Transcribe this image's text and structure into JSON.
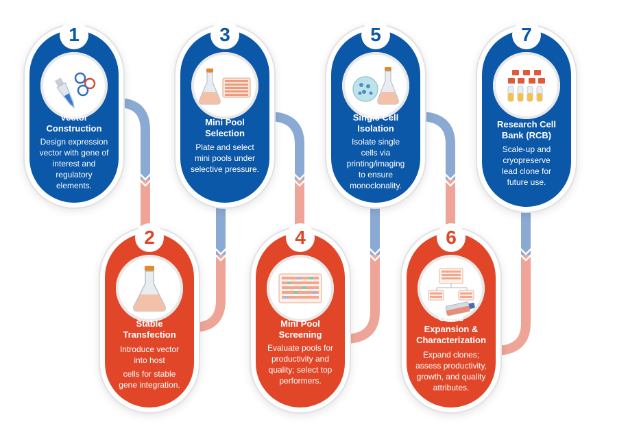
{
  "steps": [
    {
      "number": "1",
      "title": [
        "Vector",
        "Construction"
      ],
      "description": [
        "Design expression",
        "vector with gene of",
        "interest and",
        "regulatory",
        "elements."
      ],
      "icon": "pipette-plasmid-icon",
      "color": "blue"
    },
    {
      "number": "2",
      "title": [
        "Stable",
        "Transfection"
      ],
      "description": [
        "Introduce vector",
        "into host",
        "cells for stable",
        "gene integration."
      ],
      "icon": "flask-icon",
      "color": "red"
    },
    {
      "number": "3",
      "title": [
        "Mini Pool",
        "Selection"
      ],
      "description": [
        "Plate and select",
        "mini pools under",
        "selective pressure."
      ],
      "icon": "flask-plate-icon",
      "color": "blue"
    },
    {
      "number": "4",
      "title": [
        "Mini Pool",
        "Screening"
      ],
      "description": [
        "Evaluate pools for",
        "productivity and",
        "quality; select top",
        "performers."
      ],
      "icon": "well-plate-icon",
      "color": "red"
    },
    {
      "number": "5",
      "title": [
        "Single Cell",
        "Isolation"
      ],
      "description": [
        "Isolate single",
        "cells via",
        "printing/imaging",
        "to ensure",
        "monoclonality."
      ],
      "icon": "petri-flask-icon",
      "color": "blue"
    },
    {
      "number": "6",
      "title": [
        "Clone",
        "Expansion &",
        "Characterization"
      ],
      "description": [
        "Expand clones;",
        "assess productivity,",
        "growth, and quality",
        "attributes."
      ],
      "icon": "plates-culture-flask-icon",
      "color": "red"
    },
    {
      "number": "7",
      "title": [
        "Research Cell",
        "Bank (RCB)"
      ],
      "description": [
        "Scale-up and",
        "cryopreserve",
        "lead clone for",
        "future use."
      ],
      "icon": "cryovials-icon",
      "color": "blue"
    }
  ],
  "colors": {
    "blue": "#0b57a8",
    "red": "#e04627",
    "connector_blue": "#8aaad4",
    "connector_red": "#eea597"
  }
}
